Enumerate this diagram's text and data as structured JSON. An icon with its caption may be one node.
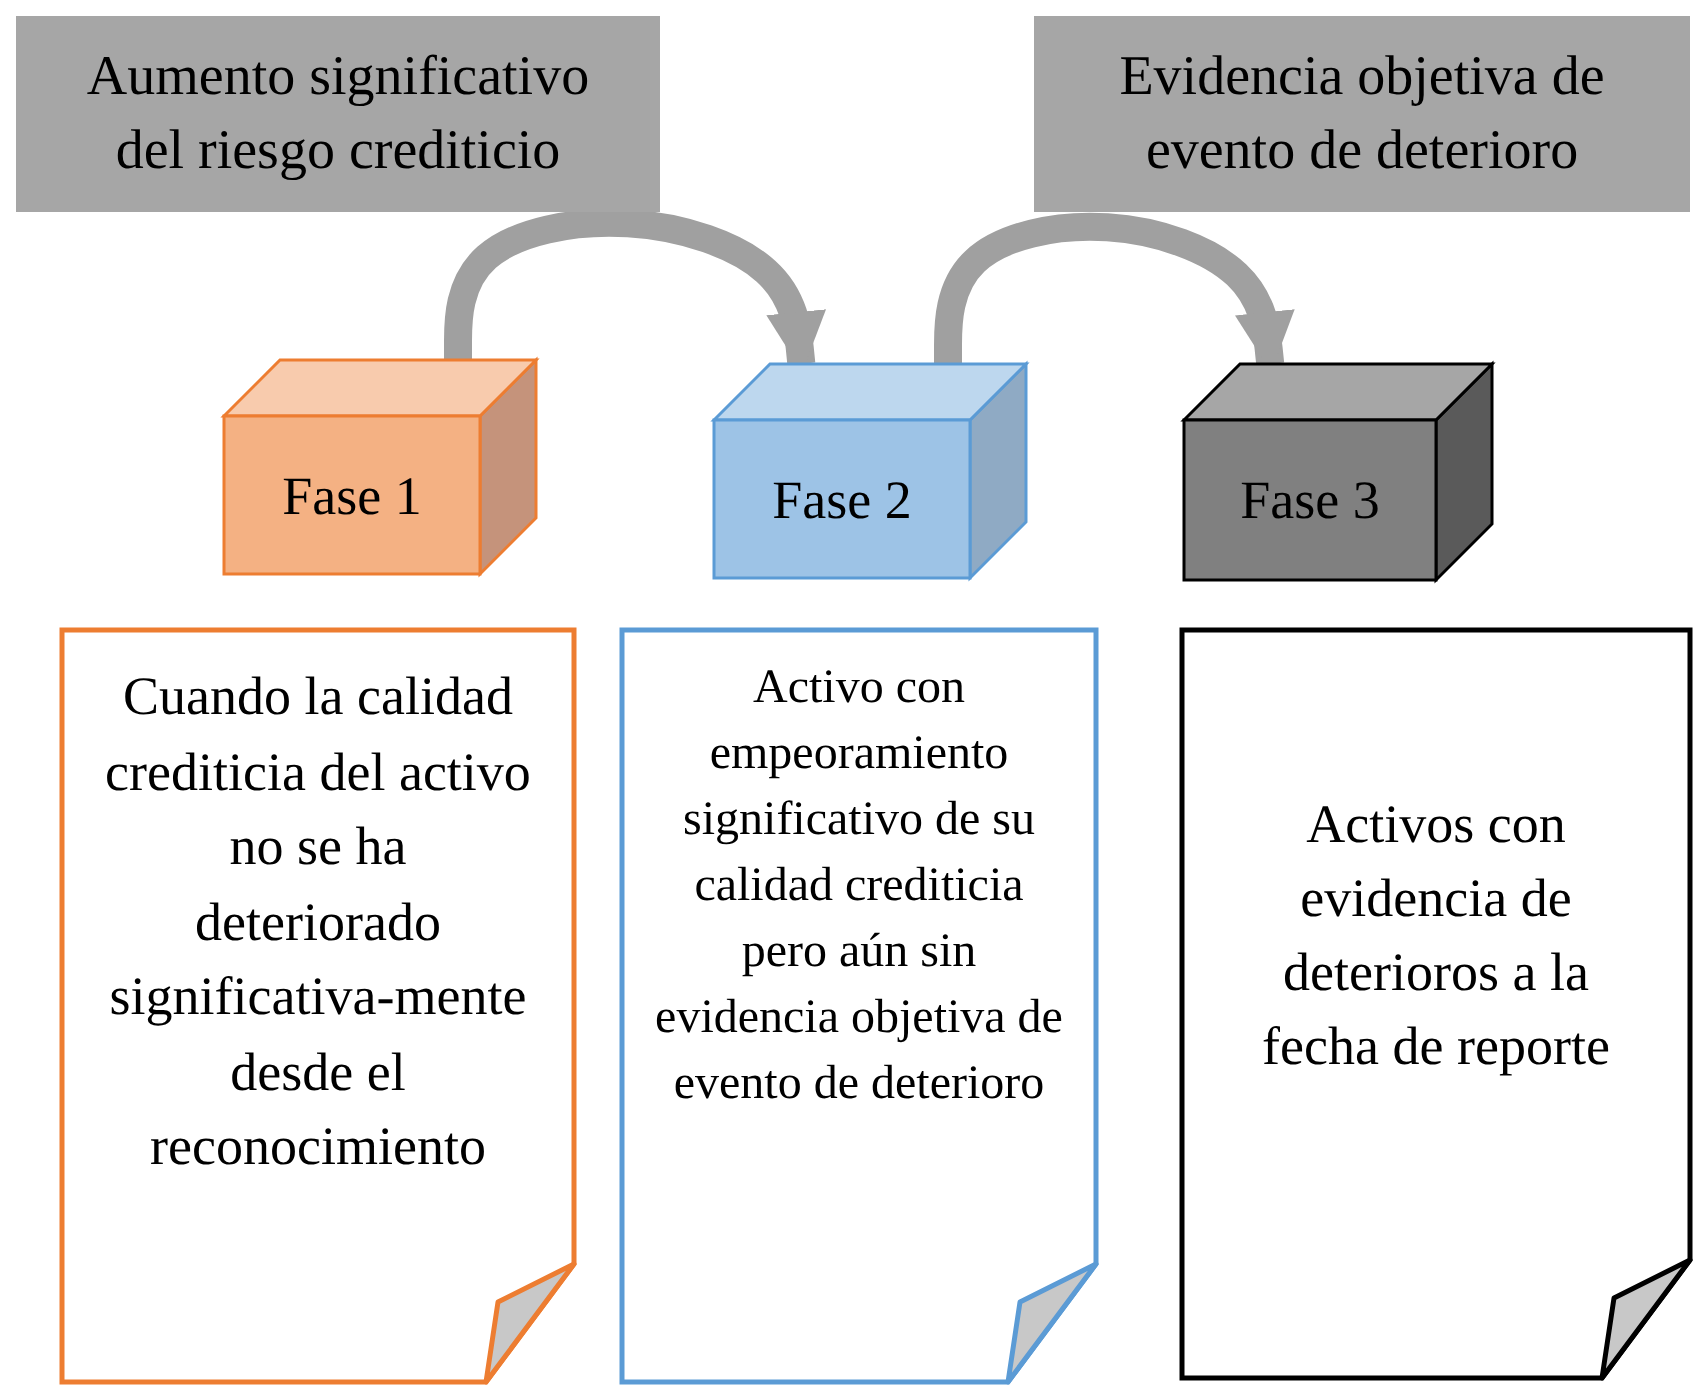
{
  "diagram": {
    "nodes": [
      {
        "text": [
          "Aumento significativo del riesgo crediticio"
        ]
      },
      {
        "text": [
          "Evidencia objetiva de evento de deterioro"
        ]
      },
      {
        "text": [
          "Fase 1"
        ]
      },
      {
        "text": [
          "Fase 2"
        ]
      },
      {
        "text": [
          "Fase 3"
        ]
      },
      {
        "text": [
          "Cuando la calidad crediticia del activo no se ha deteriorado significativa-mente desde el reconocimiento"
        ]
      },
      {
        "text": [
          "Activo con empeoramiento significativo de su calidad crediticia pero aún sin evidencia objetiva de evento de deterioro"
        ]
      },
      {
        "text": [
          "Activos con evidencia de deterioros a la fecha de reporte"
        ]
      }
    ],
    "edges": [
      {
        "from": 2,
        "to": 3,
        "arrow": "to"
      },
      {
        "from": 3,
        "to": 4,
        "arrow": "to"
      }
    ]
  }
}
